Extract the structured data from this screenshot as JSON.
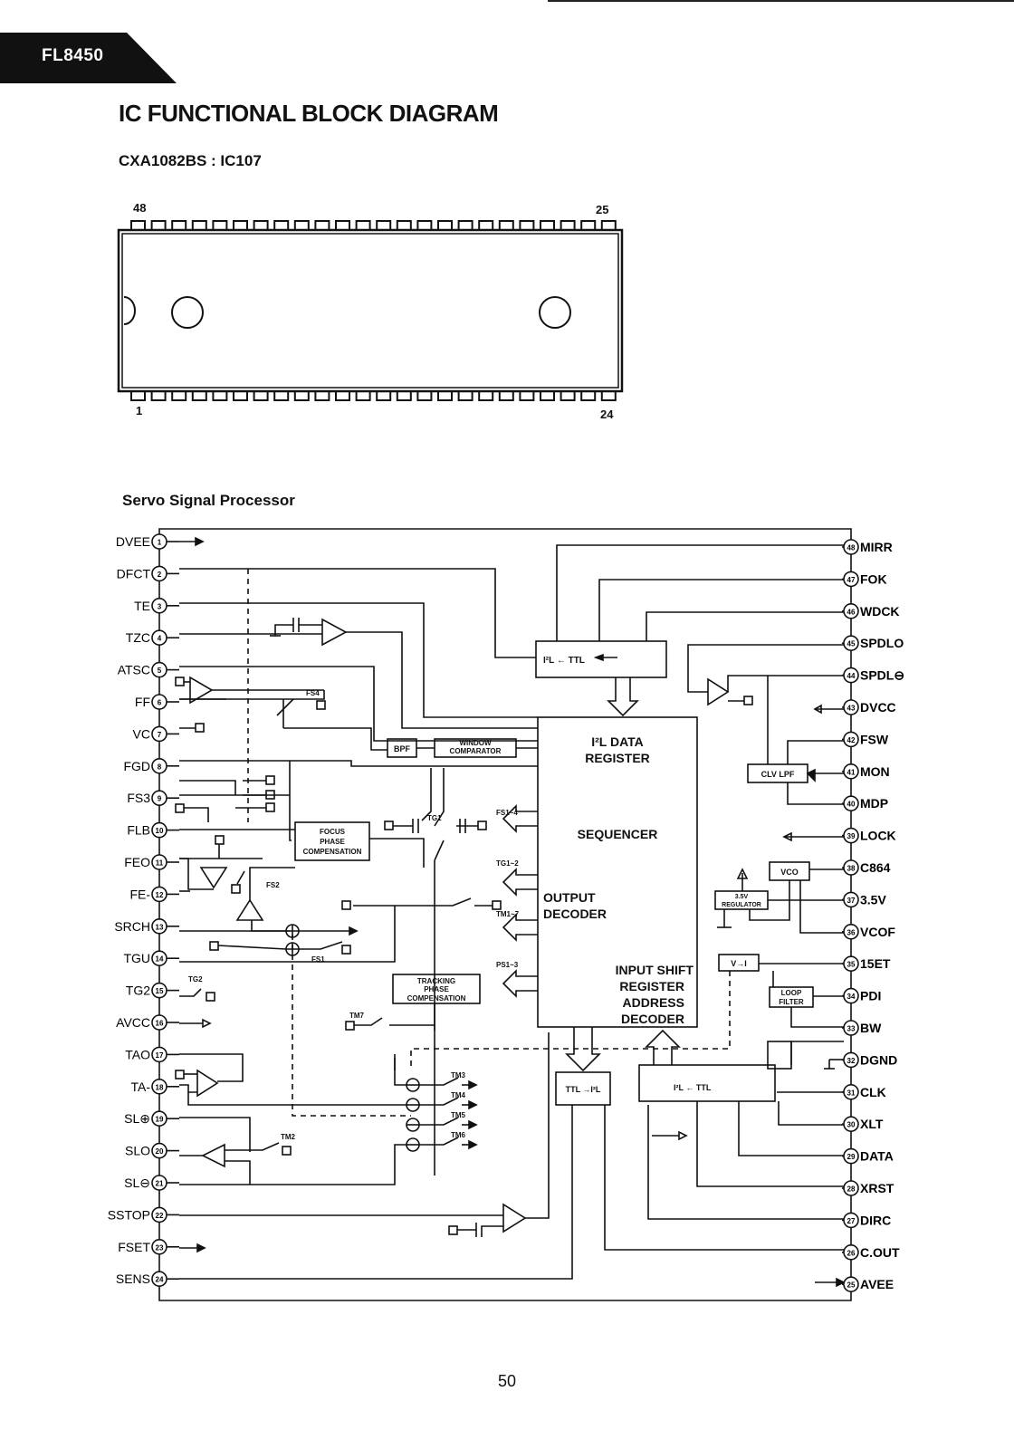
{
  "header": {
    "model": "FL8450"
  },
  "title": "IC FUNCTIONAL BLOCK DIAGRAM",
  "chip": {
    "name": "CXA1082BS : IC107"
  },
  "package": {
    "pin_top_left": "48",
    "pin_top_right": "25",
    "pin_bottom_left": "1",
    "pin_bottom_right": "24"
  },
  "section": {
    "title": "Servo Signal Processor"
  },
  "pins_left": [
    {
      "num": "1",
      "name": "DVEE"
    },
    {
      "num": "2",
      "name": "DFCT"
    },
    {
      "num": "3",
      "name": "TE"
    },
    {
      "num": "4",
      "name": "TZC"
    },
    {
      "num": "5",
      "name": "ATSC"
    },
    {
      "num": "6",
      "name": "FF"
    },
    {
      "num": "7",
      "name": "VC"
    },
    {
      "num": "8",
      "name": "FGD"
    },
    {
      "num": "9",
      "name": "FS3"
    },
    {
      "num": "10",
      "name": "FLB"
    },
    {
      "num": "11",
      "name": "FEO"
    },
    {
      "num": "12",
      "name": "FE-"
    },
    {
      "num": "13",
      "name": "SRCH"
    },
    {
      "num": "14",
      "name": "TGU"
    },
    {
      "num": "15",
      "name": "TG2"
    },
    {
      "num": "16",
      "name": "AVCC"
    },
    {
      "num": "17",
      "name": "TAO"
    },
    {
      "num": "18",
      "name": "TA-"
    },
    {
      "num": "19",
      "name": "SL⊕"
    },
    {
      "num": "20",
      "name": "SLO"
    },
    {
      "num": "21",
      "name": "SL⊖"
    },
    {
      "num": "22",
      "name": "SSTOP"
    },
    {
      "num": "23",
      "name": "FSET"
    },
    {
      "num": "24",
      "name": "SENS"
    }
  ],
  "pins_right": [
    {
      "num": "48",
      "name": "MIRR"
    },
    {
      "num": "47",
      "name": "FOK"
    },
    {
      "num": "46",
      "name": "WDCK"
    },
    {
      "num": "45",
      "name": "SPDLO"
    },
    {
      "num": "44",
      "name": "SPDL⊖"
    },
    {
      "num": "43",
      "name": "DVCC"
    },
    {
      "num": "42",
      "name": "FSW"
    },
    {
      "num": "41",
      "name": "MON"
    },
    {
      "num": "40",
      "name": "MDP"
    },
    {
      "num": "39",
      "name": "LOCK"
    },
    {
      "num": "38",
      "name": "C864"
    },
    {
      "num": "37",
      "name": "3.5V"
    },
    {
      "num": "36",
      "name": "VCOF"
    },
    {
      "num": "35",
      "name": "15ET"
    },
    {
      "num": "34",
      "name": "PDI"
    },
    {
      "num": "33",
      "name": "BW"
    },
    {
      "num": "32",
      "name": "DGND"
    },
    {
      "num": "31",
      "name": "CLK"
    },
    {
      "num": "30",
      "name": "XLT"
    },
    {
      "num": "29",
      "name": "DATA"
    },
    {
      "num": "28",
      "name": "XRST"
    },
    {
      "num": "27",
      "name": "DIRC"
    },
    {
      "num": "26",
      "name": "C.OUT"
    },
    {
      "num": "25",
      "name": "AVEE"
    }
  ],
  "blocks": {
    "i2l_ttl_top": "I²L ← TTL",
    "data_register_1": "I²L DATA",
    "data_register_2": "REGISTER",
    "sequencer": "SEQUENCER",
    "output_decoder_1": "OUTPUT",
    "output_decoder_2": "DECODER",
    "input_shift_1": "INPUT SHIFT",
    "input_shift_2": "REGISTER",
    "input_shift_3": "ADDRESS",
    "input_shift_4": "DECODER",
    "bpf": "BPF",
    "window_comparator_1": "WINDOW",
    "window_comparator_2": "COMPARATOR",
    "focus_comp_1": "FOCUS",
    "focus_comp_2": "PHASE",
    "focus_comp_3": "COMPENSATION",
    "tracking_comp_1": "TRACKING",
    "tracking_comp_2": "PHASE",
    "tracking_comp_3": "COMPENSATION",
    "clv_lpf": "CLV LPF",
    "vco": "VCO",
    "regulator_1": "3.5V",
    "regulator_2": "REGULATOR",
    "v_to_i": "V→I",
    "loop_filter_1": "LOOP",
    "loop_filter_2": "FILTER",
    "ttl_i2l_small": "TTL →I²L",
    "i2l_ttl_bottom": "I²L ← TTL"
  },
  "bus_labels": {
    "fs": "FS1~4",
    "tg": "TG1~2",
    "tm": "TM1~7",
    "ps": "PS1~3"
  },
  "switch_labels": {
    "fs4": "FS4",
    "fs2": "FS2",
    "fs1": "FS1",
    "tg1": "TG1",
    "tg2": "TG2",
    "tm7": "TM7",
    "tm2": "TM2",
    "tm3": "TM3",
    "tm4": "TM4",
    "tm5": "TM5",
    "tm6": "TM6"
  },
  "page_number": "50"
}
